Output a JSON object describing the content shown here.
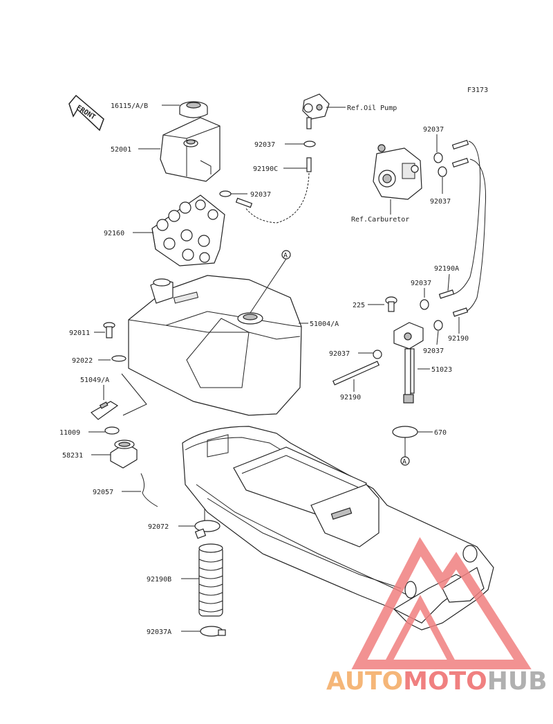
{
  "figure_code": "F3173",
  "front_label": "FRONT",
  "callouts": {
    "p16115": "16115/A/B",
    "p52001": "52001",
    "p92160": "92160",
    "p92037_hose_top": "92037",
    "p92190C": "92190C",
    "p92037_mid": "92037",
    "ref_oil_pump": "Ref.Oil Pump",
    "ref_carburetor": "Ref.Carburetor",
    "p92037_rt_top": "92037",
    "p92037_rt_mid": "92037",
    "p92190A": "92190A",
    "p92037_a": "92037",
    "p225": "225",
    "p92037_b": "92037",
    "p92190_rt": "92190",
    "p92037_c": "92037",
    "p51023": "51023",
    "p92190_low": "92190",
    "p51004": "51004/A",
    "p92011": "92011",
    "p92022": "92022",
    "p51049": "51049/A",
    "p11009": "11009",
    "p58231": "58231",
    "p92057": "92057",
    "p92072": "92072",
    "p92190B": "92190B",
    "p92037A": "92037A",
    "p670": "670"
  },
  "ref_marker": "A",
  "watermark": {
    "brand_part1": "AUTO",
    "brand_part2": "MOTO",
    "brand_part3": "HUB",
    "color_primary": "#f08080",
    "color_secondary": "#f5b678",
    "color_tertiary": "#b0b0b0"
  }
}
